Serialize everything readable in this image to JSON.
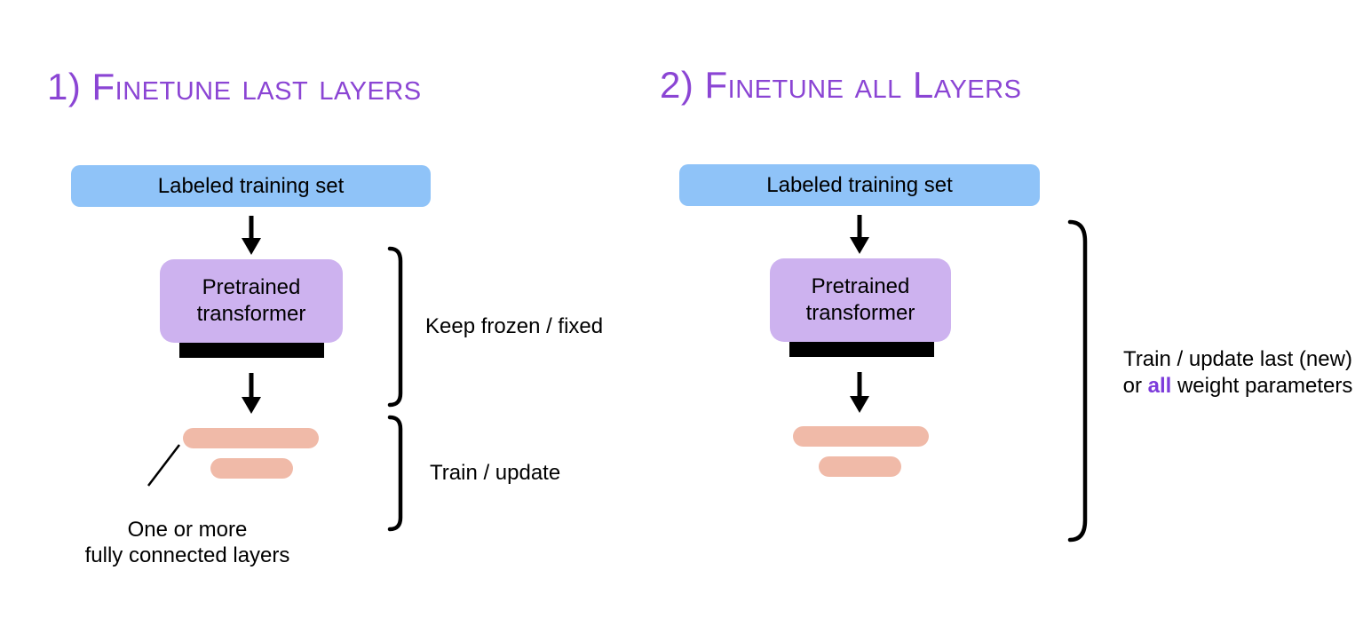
{
  "colors": {
    "heading_purple": "#8B45D4",
    "all_purple": "#7C3BDB",
    "blue_box": "#8FC3F8",
    "purple_box": "#CDB2EF",
    "salmon_bar": "#F0BAA8",
    "black": "#000000"
  },
  "panel_finetune_last": {
    "heading": "1) Finetune last layers",
    "training_set_label": "Labeled training set",
    "transformer_line1": "Pretrained",
    "transformer_line2": "transformer",
    "frozen_bracket_label": "Keep frozen / fixed",
    "train_bracket_label": "Train / update",
    "fc_note_line1": "One or more",
    "fc_note_line2": "fully connected layers"
  },
  "panel_finetune_all": {
    "heading": "2) Finetune all Layers",
    "training_set_label": "Labeled training set",
    "transformer_line1": "Pretrained",
    "transformer_line2": "transformer",
    "note_line1": "Train / update last (new)",
    "note_line2_prefix": "or ",
    "note_line2_bold": "all",
    "note_line2_suffix": " weight parameters"
  }
}
